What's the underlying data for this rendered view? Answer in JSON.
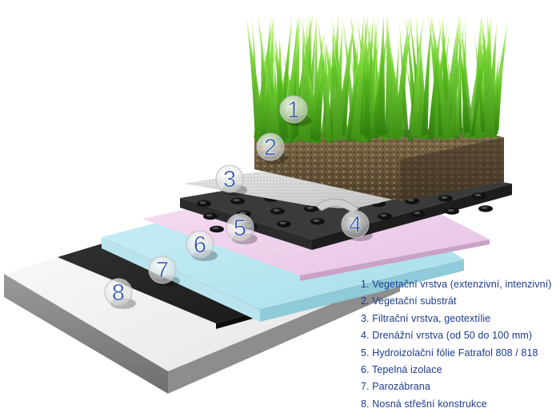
{
  "diagram": {
    "markers": [
      "1",
      "2",
      "3",
      "4",
      "5",
      "6",
      "7",
      "8"
    ],
    "legend": [
      "1. Vegetační vrstva (extenzivní, intenzivní)",
      "2. Vegetační substrát",
      "3. Filtrační vrstva, geotextílie",
      "4. Drenážní vrstva (od 50 do 100 mm)",
      "5. Hydroizolační fólie Fatrafol 808 / 818",
      "6. Tepelná izolace",
      "7. Parozábrana",
      "8. Nosná střešní konstrukce"
    ],
    "colors": {
      "legend_text": "#1b3a8c",
      "marker_text": "#2a4ea8",
      "grass": "#5cc41c",
      "substrate": "#6b5a40",
      "filter_fabric": "#d9d9d9",
      "drainage": "#2e2e2e",
      "waterproofing": "#f1d6ef",
      "insulation": "#bfe9f3",
      "vapour_barrier": "#1f1f1f",
      "structure": "#f2f2f2"
    }
  }
}
